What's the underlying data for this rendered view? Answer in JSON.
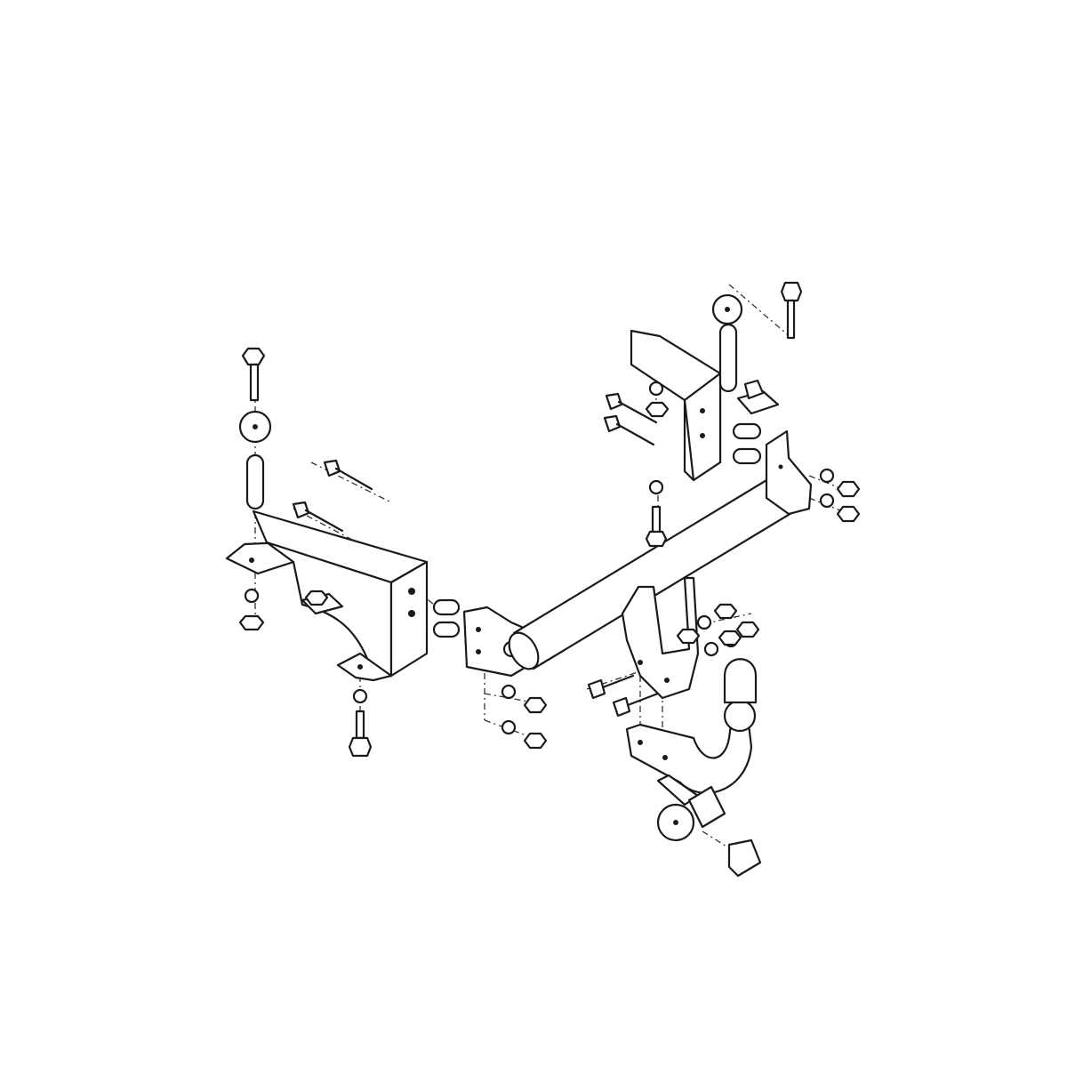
{
  "diagram": {
    "type": "exploded-assembly-drawing",
    "subject": "tow-hitch",
    "colors": {
      "line": "#1a1a1a",
      "background": "#ffffff"
    },
    "parts": [
      "left-mounting-bracket",
      "right-mounting-bracket",
      "right-end-plate",
      "left-end-plate",
      "cross-tube",
      "tow-ball-neck",
      "tow-ball",
      "ball-cover",
      "socket-plate",
      "electrical-socket",
      "bolts",
      "nuts",
      "washers",
      "spacer-sleeves"
    ]
  }
}
